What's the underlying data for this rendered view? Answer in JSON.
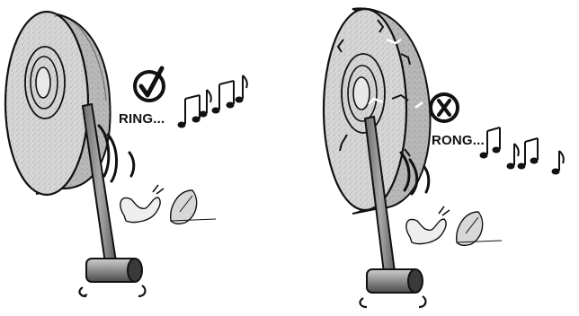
{
  "left_panel": {
    "caption": "RING...",
    "status_icon": "check-circle-icon",
    "outcome": "good"
  },
  "right_panel": {
    "caption": "RONG...",
    "status_icon": "x-circle-icon",
    "outcome": "bad"
  },
  "colors": {
    "ink": "#111111",
    "wheel_face": "#dcdcdc",
    "wheel_side": "#bdbdbd",
    "handle": "#8a8a8a"
  }
}
